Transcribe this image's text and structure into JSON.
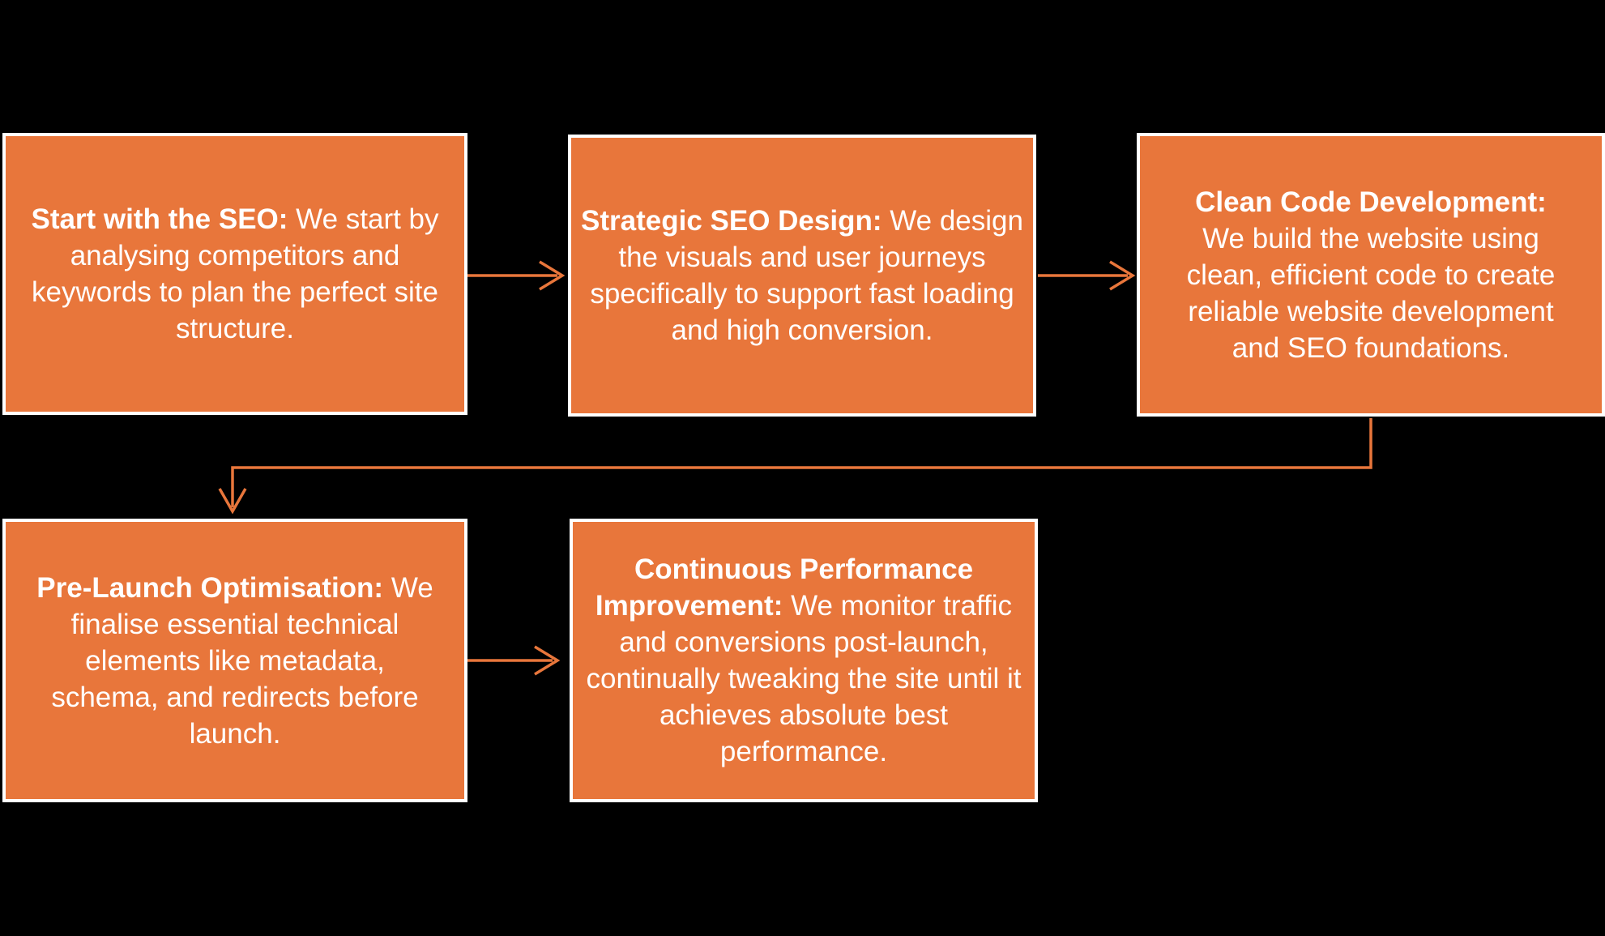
{
  "theme": {
    "bg": "#000000",
    "box_fill": "#E8763B",
    "box_border": "#FFFFFF",
    "text_color": "#FFFFFF",
    "arrow_color": "#E8763B"
  },
  "flowchart": {
    "steps": [
      {
        "title": "Start with the SEO:",
        "body": "We start by analysing competitors and keywords to plan the perfect site structure."
      },
      {
        "title": "Strategic SEO Design:",
        "body": "We design the visuals and user journeys specifically to support fast loading and high conversion."
      },
      {
        "title": "Clean Code Development:",
        "body": "We build the website using clean, efficient code to create reliable website development and SEO foundations."
      },
      {
        "title": "Pre-Launch Optimisation:",
        "body": "We finalise essential technical elements like metadata, schema, and redirects before launch."
      },
      {
        "title": "Continuous Performance Improvement:",
        "body": "We monitor traffic and conversions post-launch, continually tweaking the site until it achieves absolute best performance."
      }
    ],
    "connections": [
      {
        "from": "step-1",
        "to": "step-2",
        "shape": "straight-right-arrow"
      },
      {
        "from": "step-2",
        "to": "step-3",
        "shape": "straight-right-arrow"
      },
      {
        "from": "step-3",
        "to": "step-4",
        "shape": "elbow-down-left-down-arrow"
      },
      {
        "from": "step-4",
        "to": "step-5",
        "shape": "straight-right-arrow"
      }
    ]
  }
}
